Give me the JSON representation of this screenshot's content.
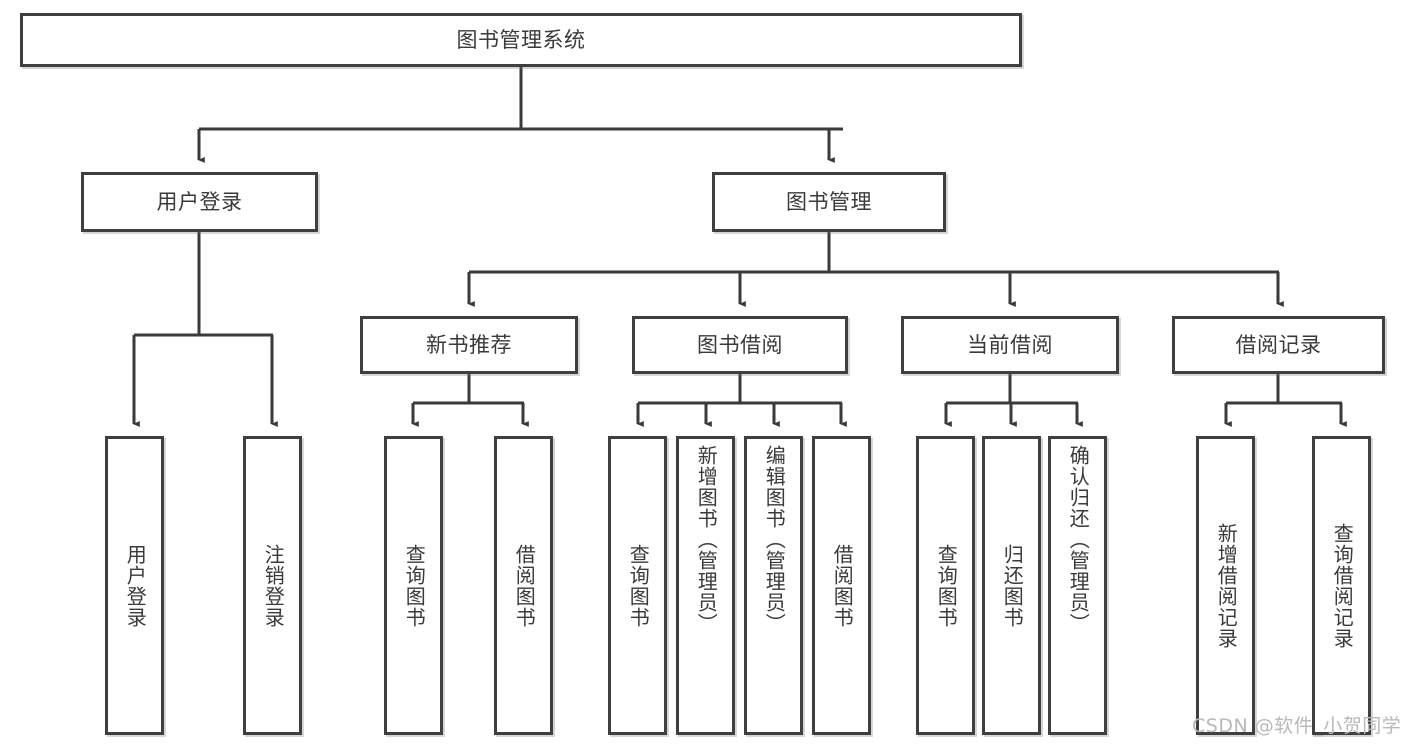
{
  "diagram": {
    "type": "tree-hierarchy",
    "title": "图书管理系统",
    "watermark": "CSDN @软件_小贺同学",
    "colors": {
      "box_border": "#3f3f3f",
      "box_fill": "#ffffff",
      "text": "#3a3a3a",
      "connector": "#3a3a3a",
      "watermark": "#b9b9b9",
      "background": "#ffffff"
    },
    "nodes": {
      "root": {
        "label": "图书管理系统"
      },
      "level1": [
        {
          "label": "用户登录"
        },
        {
          "label": "图书管理"
        }
      ],
      "level2": [
        {
          "label": "新书推荐"
        },
        {
          "label": "图书借阅"
        },
        {
          "label": "当前借阅"
        },
        {
          "label": "借阅记录"
        }
      ],
      "leaves": {
        "user_login": [
          {
            "label": "用户登录"
          },
          {
            "label": "注销登录"
          }
        ],
        "new_book_recommend": [
          {
            "label": "查询图书"
          },
          {
            "label": "借阅图书"
          }
        ],
        "book_borrow": [
          {
            "label": "查询图书"
          },
          {
            "label": "新增图书（管理员）"
          },
          {
            "label": "编辑图书（管理员）"
          },
          {
            "label": "借阅图书"
          }
        ],
        "current_borrow": [
          {
            "label": "查询图书"
          },
          {
            "label": "归还图书"
          },
          {
            "label": "确认归还（管理员）"
          }
        ],
        "borrow_record": [
          {
            "label": "新增借阅记录"
          },
          {
            "label": "查询借阅记录"
          }
        ]
      }
    }
  }
}
